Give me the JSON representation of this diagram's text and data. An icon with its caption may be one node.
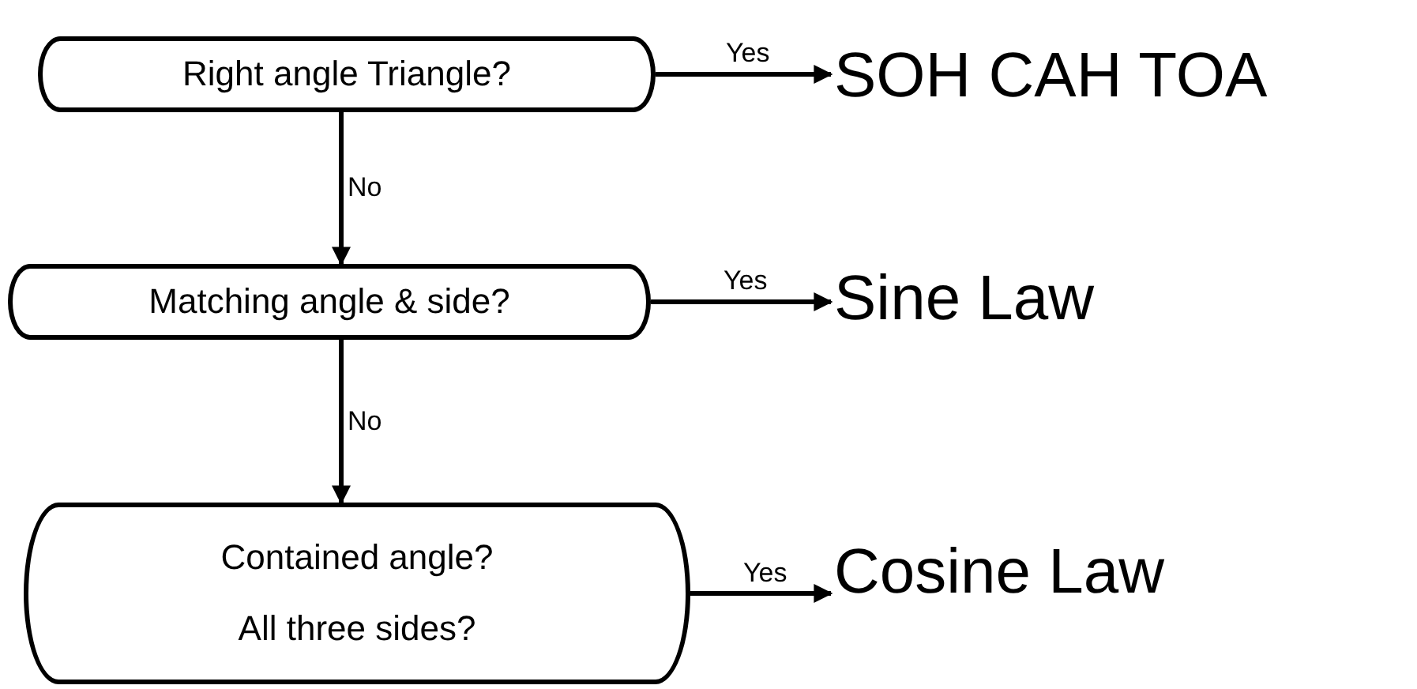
{
  "diagram": {
    "nodes": [
      {
        "text": [
          "Right angle Triangle?"
        ]
      },
      {
        "text": [
          "SOH CAH TOA"
        ]
      },
      {
        "text": [
          "Matching angle & side?"
        ]
      },
      {
        "text": [
          "Sine Law"
        ]
      },
      {
        "text": [
          "Contained angle?",
          "All three sides?"
        ]
      },
      {
        "text": [
          "Cosine Law"
        ]
      }
    ],
    "edges": [
      {
        "from": 0,
        "to": 1,
        "arrow": "to",
        "label": "Yes"
      },
      {
        "from": 0,
        "to": 2,
        "arrow": "to",
        "label": "No"
      },
      {
        "from": 2,
        "to": 3,
        "arrow": "to",
        "label": "Yes"
      },
      {
        "from": 2,
        "to": 4,
        "arrow": "to",
        "label": "No"
      },
      {
        "from": 4,
        "to": 5,
        "arrow": "to",
        "label": "Yes"
      }
    ]
  }
}
